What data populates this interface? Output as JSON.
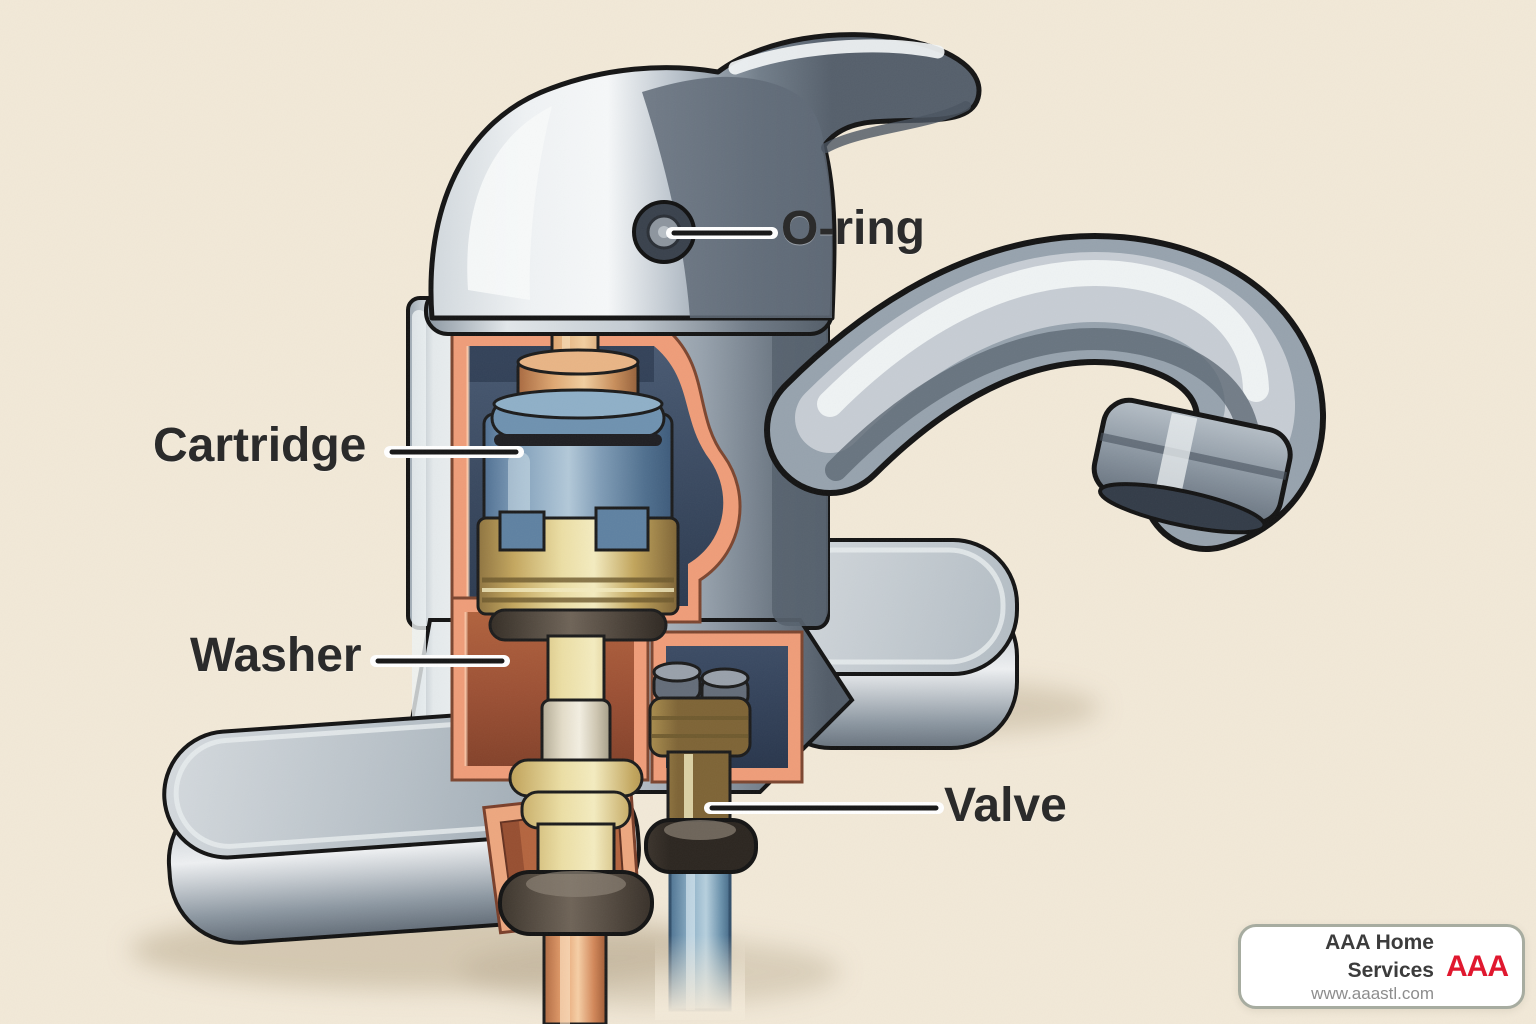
{
  "diagram": {
    "subject": "Single-handle faucet cross-section diagram",
    "labels": {
      "oring": "O-ring",
      "cartridge": "Cartridge",
      "washer": "Washer",
      "valve": "Valve"
    },
    "colors": {
      "background": "#f2e9d8",
      "label_text": "#2b2b2b",
      "chrome_light": "#f2f4f5",
      "chrome_mid": "#9aa6b0",
      "chrome_dark": "#5a6470",
      "cut_wall_salmon": "#ef9d79",
      "chamber_navy": "#34435a",
      "chamber_rust": "#9d5135",
      "cartridge_blue": "#5f82a2",
      "brass": "#c4a75f",
      "copper_pipe": "#e59f6d",
      "cold_pipe_blue": "#6b92ac"
    }
  },
  "branding": {
    "company": "AAA Home Services",
    "website": "www.aaastl.com",
    "logo_text": "AAA",
    "logo_color": "#e0182f"
  }
}
